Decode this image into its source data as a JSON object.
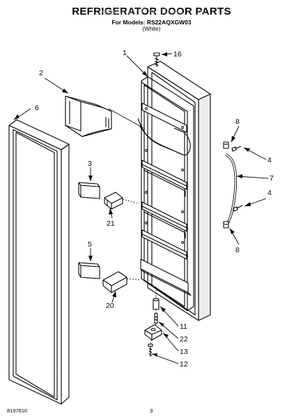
{
  "header": {
    "title": "REFRIGERATOR DOOR PARTS",
    "watermark": "AppliancePartsPros.com",
    "models": "For Models: RS22AQXGW03",
    "color": "(White)"
  },
  "callouts": {
    "c1": "1",
    "c2": "2",
    "c3": "3",
    "c4a": "4",
    "c4b": "4",
    "c5": "5",
    "c6": "6",
    "c7": "7",
    "c8a": "8",
    "c8b": "8",
    "c11": "11",
    "c12": "12",
    "c13": "13",
    "c16": "16",
    "c20": "20",
    "c21": "21",
    "c22": "22"
  },
  "footer": {
    "doc_number": "8197610",
    "page_number": "9"
  }
}
